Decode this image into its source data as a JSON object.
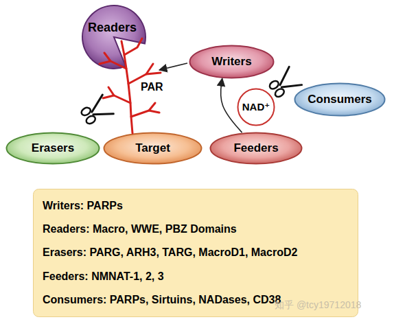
{
  "diagram": {
    "nodes": [
      {
        "text": [
          "Readers"
        ]
      },
      {
        "text": [
          "Writers"
        ]
      },
      {
        "text": [
          "NAD⁺"
        ]
      },
      {
        "text": [
          "Consumers"
        ]
      },
      {
        "text": [
          "Erasers"
        ]
      },
      {
        "text": [
          "Target"
        ]
      },
      {
        "text": [
          "Feeders"
        ]
      },
      {
        "text": [
          "Writers: PARPs",
          "Readers: Macro, WWE, PBZ Domains",
          "Erasers: PARG, ARH3, TARG, MacroD1, MacroD2",
          "Feeders: NMNAT-1, 2, 3",
          "Consumers: PARPs, Sirtuins, NADases, CD38"
        ]
      }
    ],
    "edges": [
      {
        "from": 6,
        "to": 1,
        "arrow": "to"
      }
    ],
    "labels": [
      "PAR",
      "知乎 @tcy19712018"
    ]
  }
}
